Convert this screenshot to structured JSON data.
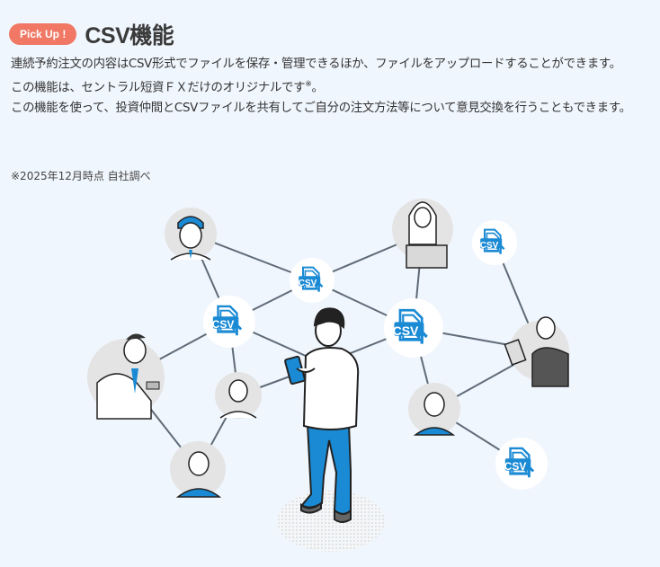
{
  "header": {
    "badge": "Pick Up !",
    "title": "CSV機能"
  },
  "description": {
    "line1": "連続予約注文の内容はCSV形式でファイルを保存・管理できるほか、ファイルをアップロードすることができます。",
    "line2": "この機能は、セントラル短資ＦＸだけのオリジナルです",
    "line2_mark": "※",
    "line2_end": "。",
    "line3": "この機能を使って、投資仲間とCSVファイルを共有してご自分の注文方法等について意見交換を行うこともできます。"
  },
  "note": "※2025年12月時点 自社調べ",
  "illustration": {
    "csv_label": "CSV",
    "colors": {
      "accent": "#1a8ad4",
      "badge": "#f07864",
      "line": "#5f6b78",
      "avatar_bg": "#e4e4e4"
    }
  }
}
